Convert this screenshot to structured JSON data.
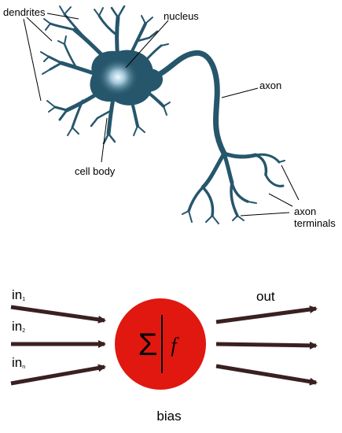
{
  "biological_neuron": {
    "labels": {
      "dendrites": "dendrites",
      "nucleus": "nucleus",
      "axon": "axon",
      "cell_body": "cell body",
      "axon_terminals_line1": "axon",
      "axon_terminals_line2": "terminals"
    },
    "colors": {
      "neuron": "#26566b",
      "nucleus_glow": "#e8f2f7"
    }
  },
  "artificial_neuron": {
    "inputs": [
      {
        "base": "in",
        "sub": "1"
      },
      {
        "base": "in",
        "sub": "2"
      },
      {
        "base": "in",
        "sub": "n"
      }
    ],
    "output_label": "out",
    "sum_symbol": "Σ",
    "activation_symbol": "f",
    "bias_label": "bias",
    "colors": {
      "node": "#e01810",
      "arrow": "#3a2020"
    }
  }
}
